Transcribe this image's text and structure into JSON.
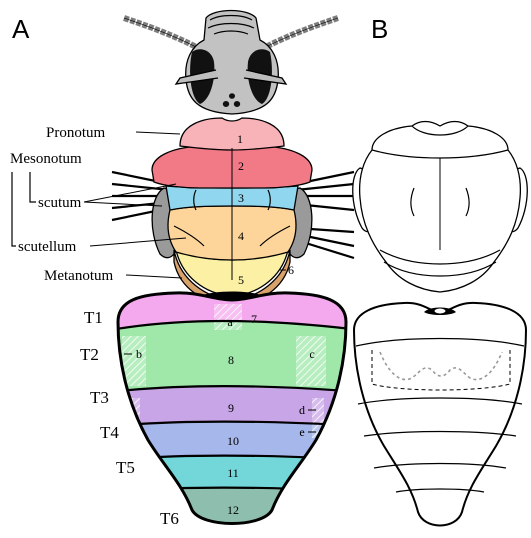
{
  "panels": {
    "a": "A",
    "b": "B"
  },
  "labels": {
    "pronotum": "Pronotum",
    "mesonotum": "Mesonotum",
    "scutum": "scutum",
    "scutellum": "scutellum",
    "metanotum": "Metanotum",
    "t1": "T1",
    "t2": "T2",
    "t3": "T3",
    "t4": "T4",
    "t5": "T5",
    "t6": "T6"
  },
  "numbers": {
    "n1": "1",
    "n2": "2",
    "n3": "3",
    "n4": "4",
    "n5": "5",
    "n6": "6",
    "n7": "7",
    "n8": "8",
    "n9": "9",
    "n10": "10",
    "n11": "11",
    "n12": "12"
  },
  "letters": {
    "a": "a",
    "b": "b",
    "c": "c",
    "d": "d",
    "e": "e"
  },
  "colors": {
    "pronotum": "#f7b3b8",
    "mesonotum_front": "#f27a86",
    "scutum_band": "#8fd6ee",
    "scutellum": "#fdd59a",
    "metanotum": "#fbf0a4",
    "metanotum_side": "#d9a26a",
    "t1": "#f4a9ee",
    "t2": "#9fe8a9",
    "t3": "#c7a5e6",
    "t4": "#a6b7ec",
    "t5": "#73d7d9",
    "t6": "#8ebfae",
    "head": "#c2c2c2",
    "wing_pad": "#9a9a9a"
  }
}
